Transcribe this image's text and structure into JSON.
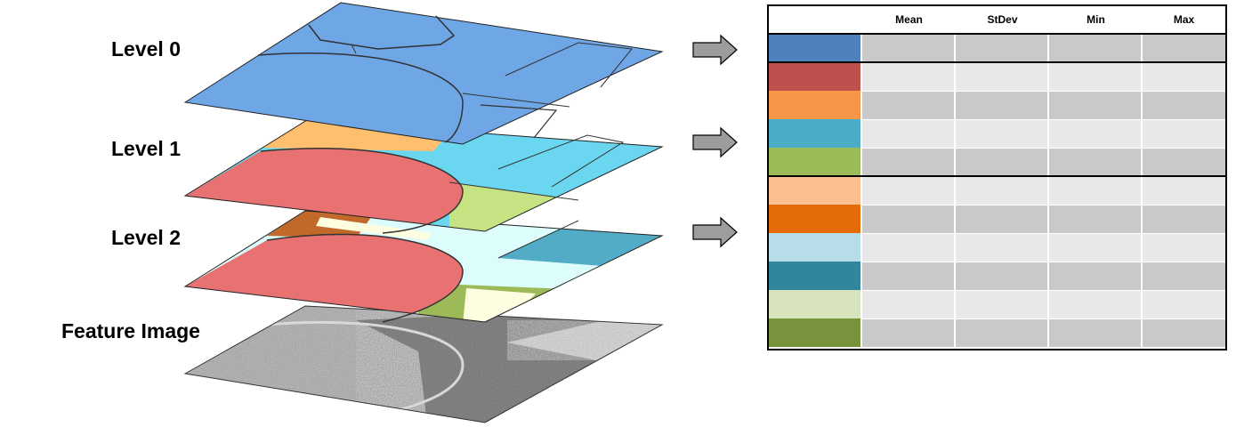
{
  "layers": {
    "level0": "Level 0",
    "level1": "Level 1",
    "level2": "Level 2",
    "feature": "Feature Image"
  },
  "table": {
    "headers": [
      "Mean",
      "StDev",
      "Min",
      "Max"
    ],
    "rows": [
      {
        "color": "#4f81bd",
        "shade": "dark"
      },
      {
        "color": "#c0504d",
        "shade": "light"
      },
      {
        "color": "#f79646",
        "shade": "dark"
      },
      {
        "color": "#4bacc6",
        "shade": "light"
      },
      {
        "color": "#9bbb59",
        "shade": "dark"
      },
      {
        "color": "#fac090",
        "shade": "light"
      },
      {
        "color": "#e36c09",
        "shade": "dark"
      },
      {
        "color": "#b7dde8",
        "shade": "light"
      },
      {
        "color": "#31859c",
        "shade": "dark"
      },
      {
        "color": "#d7e4bd",
        "shade": "light"
      },
      {
        "color": "#77933c",
        "shade": "dark"
      }
    ]
  },
  "colors": {
    "level0_fill": "#6ea6e6",
    "level1_red": "#e87272",
    "level1_orange": "#ffbf6e",
    "level1_cyan": "#6bd6ef",
    "level1_green": "#c6e384",
    "level2_red": "#e87272",
    "level2_brown": "#c0692a",
    "level2_pale": "#ddfcfc",
    "level2_teal": "#52acc6",
    "level2_green": "#9cbb58",
    "level2_cream": "#fdfde0",
    "arrow_fill": "#9d9d9d"
  }
}
